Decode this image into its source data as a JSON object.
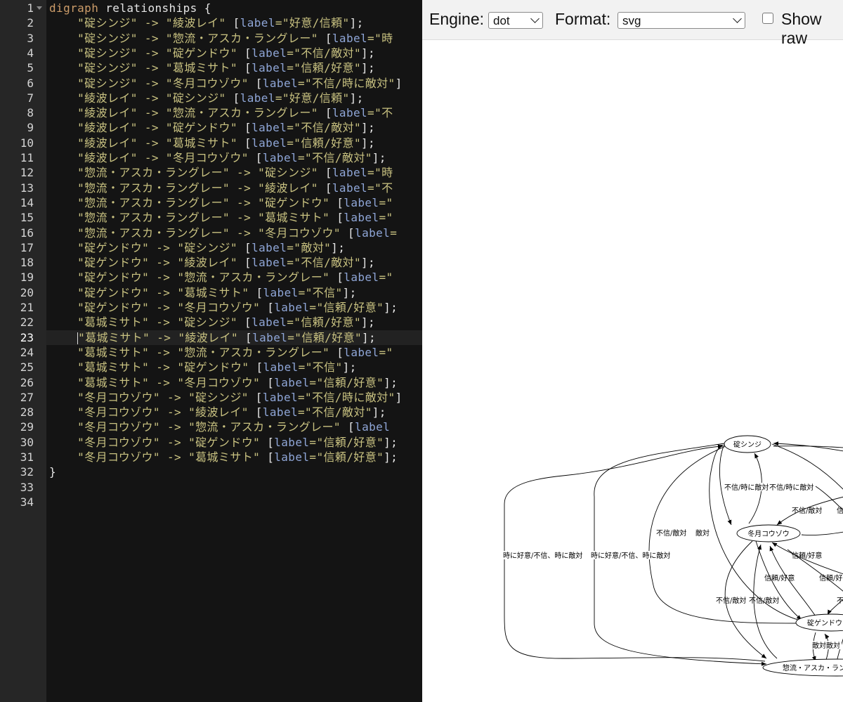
{
  "editor": {
    "lines": [
      {
        "n": "1",
        "tokens": [
          {
            "t": "kw",
            "v": "digraph"
          },
          {
            "t": "plain",
            "v": " relationships {"
          }
        ]
      },
      {
        "n": "2",
        "tokens": [
          {
            "t": "str",
            "v": "    \"碇シンジ\" -> \"綾波レイ\" "
          },
          {
            "t": "plain",
            "v": "["
          },
          {
            "t": "attr",
            "v": "label"
          },
          {
            "t": "str",
            "v": "=\"好意/信頼\""
          },
          {
            "t": "plain",
            "v": "];"
          }
        ]
      },
      {
        "n": "3",
        "tokens": [
          {
            "t": "str",
            "v": "    \"碇シンジ\" -> \"惣流・アスカ・ラングレー\" "
          },
          {
            "t": "plain",
            "v": "["
          },
          {
            "t": "attr",
            "v": "label"
          },
          {
            "t": "str",
            "v": "=\"時"
          }
        ]
      },
      {
        "n": "4",
        "tokens": [
          {
            "t": "str",
            "v": "    \"碇シンジ\" -> \"碇ゲンドウ\" "
          },
          {
            "t": "plain",
            "v": "["
          },
          {
            "t": "attr",
            "v": "label"
          },
          {
            "t": "str",
            "v": "=\"不信/敵対\""
          },
          {
            "t": "plain",
            "v": "];"
          }
        ]
      },
      {
        "n": "5",
        "tokens": [
          {
            "t": "str",
            "v": "    \"碇シンジ\" -> \"葛城ミサト\" "
          },
          {
            "t": "plain",
            "v": "["
          },
          {
            "t": "attr",
            "v": "label"
          },
          {
            "t": "str",
            "v": "=\"信頼/好意\""
          },
          {
            "t": "plain",
            "v": "];"
          }
        ]
      },
      {
        "n": "6",
        "tokens": [
          {
            "t": "str",
            "v": "    \"碇シンジ\" -> \"冬月コウゾウ\" "
          },
          {
            "t": "plain",
            "v": "["
          },
          {
            "t": "attr",
            "v": "label"
          },
          {
            "t": "str",
            "v": "=\"不信/時に敵対\""
          },
          {
            "t": "plain",
            "v": "]"
          }
        ]
      },
      {
        "n": "7",
        "tokens": [
          {
            "t": "str",
            "v": "    \"綾波レイ\" -> \"碇シンジ\" "
          },
          {
            "t": "plain",
            "v": "["
          },
          {
            "t": "attr",
            "v": "label"
          },
          {
            "t": "str",
            "v": "=\"好意/信頼\""
          },
          {
            "t": "plain",
            "v": "];"
          }
        ]
      },
      {
        "n": "8",
        "tokens": [
          {
            "t": "str",
            "v": "    \"綾波レイ\" -> \"惣流・アスカ・ラングレー\" "
          },
          {
            "t": "plain",
            "v": "["
          },
          {
            "t": "attr",
            "v": "label"
          },
          {
            "t": "str",
            "v": "=\"不"
          }
        ]
      },
      {
        "n": "9",
        "tokens": [
          {
            "t": "str",
            "v": "    \"綾波レイ\" -> \"碇ゲンドウ\" "
          },
          {
            "t": "plain",
            "v": "["
          },
          {
            "t": "attr",
            "v": "label"
          },
          {
            "t": "str",
            "v": "=\"不信/敵対\""
          },
          {
            "t": "plain",
            "v": "];"
          }
        ]
      },
      {
        "n": "10",
        "tokens": [
          {
            "t": "str",
            "v": "    \"綾波レイ\" -> \"葛城ミサト\" "
          },
          {
            "t": "plain",
            "v": "["
          },
          {
            "t": "attr",
            "v": "label"
          },
          {
            "t": "str",
            "v": "=\"信頼/好意\""
          },
          {
            "t": "plain",
            "v": "];"
          }
        ]
      },
      {
        "n": "11",
        "tokens": [
          {
            "t": "str",
            "v": "    \"綾波レイ\" -> \"冬月コウゾウ\" "
          },
          {
            "t": "plain",
            "v": "["
          },
          {
            "t": "attr",
            "v": "label"
          },
          {
            "t": "str",
            "v": "=\"不信/敵対\""
          },
          {
            "t": "plain",
            "v": "];"
          }
        ]
      },
      {
        "n": "12",
        "tokens": [
          {
            "t": "str",
            "v": "    \"惣流・アスカ・ラングレー\" -> \"碇シンジ\" "
          },
          {
            "t": "plain",
            "v": "["
          },
          {
            "t": "attr",
            "v": "label"
          },
          {
            "t": "str",
            "v": "=\"時"
          }
        ]
      },
      {
        "n": "13",
        "tokens": [
          {
            "t": "str",
            "v": "    \"惣流・アスカ・ラングレー\" -> \"綾波レイ\" "
          },
          {
            "t": "plain",
            "v": "["
          },
          {
            "t": "attr",
            "v": "label"
          },
          {
            "t": "str",
            "v": "=\"不"
          }
        ]
      },
      {
        "n": "14",
        "tokens": [
          {
            "t": "str",
            "v": "    \"惣流・アスカ・ラングレー\" -> \"碇ゲンドウ\" "
          },
          {
            "t": "plain",
            "v": "["
          },
          {
            "t": "attr",
            "v": "label"
          },
          {
            "t": "str",
            "v": "=\""
          }
        ]
      },
      {
        "n": "15",
        "tokens": [
          {
            "t": "str",
            "v": "    \"惣流・アスカ・ラングレー\" -> \"葛城ミサト\" "
          },
          {
            "t": "plain",
            "v": "["
          },
          {
            "t": "attr",
            "v": "label"
          },
          {
            "t": "str",
            "v": "=\""
          }
        ]
      },
      {
        "n": "16",
        "tokens": [
          {
            "t": "str",
            "v": "    \"惣流・アスカ・ラングレー\" -> \"冬月コウゾウ\" "
          },
          {
            "t": "plain",
            "v": "["
          },
          {
            "t": "attr",
            "v": "label"
          },
          {
            "t": "str",
            "v": "="
          }
        ]
      },
      {
        "n": "17",
        "tokens": [
          {
            "t": "str",
            "v": "    \"碇ゲンドウ\" -> \"碇シンジ\" "
          },
          {
            "t": "plain",
            "v": "["
          },
          {
            "t": "attr",
            "v": "label"
          },
          {
            "t": "str",
            "v": "=\"敵対\""
          },
          {
            "t": "plain",
            "v": "];"
          }
        ]
      },
      {
        "n": "18",
        "tokens": [
          {
            "t": "str",
            "v": "    \"碇ゲンドウ\" -> \"綾波レイ\" "
          },
          {
            "t": "plain",
            "v": "["
          },
          {
            "t": "attr",
            "v": "label"
          },
          {
            "t": "str",
            "v": "=\"不信/敵対\""
          },
          {
            "t": "plain",
            "v": "];"
          }
        ]
      },
      {
        "n": "19",
        "tokens": [
          {
            "t": "str",
            "v": "    \"碇ゲンドウ\" -> \"惣流・アスカ・ラングレー\" "
          },
          {
            "t": "plain",
            "v": "["
          },
          {
            "t": "attr",
            "v": "label"
          },
          {
            "t": "str",
            "v": "=\""
          }
        ]
      },
      {
        "n": "20",
        "tokens": [
          {
            "t": "str",
            "v": "    \"碇ゲンドウ\" -> \"葛城ミサト\" "
          },
          {
            "t": "plain",
            "v": "["
          },
          {
            "t": "attr",
            "v": "label"
          },
          {
            "t": "str",
            "v": "=\"不信\""
          },
          {
            "t": "plain",
            "v": "];"
          }
        ]
      },
      {
        "n": "21",
        "tokens": [
          {
            "t": "str",
            "v": "    \"碇ゲンドウ\" -> \"冬月コウゾウ\" "
          },
          {
            "t": "plain",
            "v": "["
          },
          {
            "t": "attr",
            "v": "label"
          },
          {
            "t": "str",
            "v": "=\"信頼/好意\""
          },
          {
            "t": "plain",
            "v": "];"
          }
        ]
      },
      {
        "n": "22",
        "tokens": [
          {
            "t": "str",
            "v": "    \"葛城ミサト\" -> \"碇シンジ\" "
          },
          {
            "t": "plain",
            "v": "["
          },
          {
            "t": "attr",
            "v": "label"
          },
          {
            "t": "str",
            "v": "=\"信頼/好意\""
          },
          {
            "t": "plain",
            "v": "];"
          }
        ]
      },
      {
        "n": "23",
        "tokens": [
          {
            "t": "str",
            "v": "    \"葛城ミサト\" -> \"綾波レイ\" "
          },
          {
            "t": "plain",
            "v": "["
          },
          {
            "t": "attr",
            "v": "label"
          },
          {
            "t": "str",
            "v": "=\"信頼/好意\""
          },
          {
            "t": "plain",
            "v": "];"
          }
        ]
      },
      {
        "n": "24",
        "tokens": [
          {
            "t": "str",
            "v": "    \"葛城ミサト\" -> \"惣流・アスカ・ラングレー\" "
          },
          {
            "t": "plain",
            "v": "["
          },
          {
            "t": "attr",
            "v": "label"
          },
          {
            "t": "str",
            "v": "=\""
          }
        ]
      },
      {
        "n": "25",
        "tokens": [
          {
            "t": "str",
            "v": "    \"葛城ミサト\" -> \"碇ゲンドウ\" "
          },
          {
            "t": "plain",
            "v": "["
          },
          {
            "t": "attr",
            "v": "label"
          },
          {
            "t": "str",
            "v": "=\"不信\""
          },
          {
            "t": "plain",
            "v": "];"
          }
        ]
      },
      {
        "n": "26",
        "tokens": [
          {
            "t": "str",
            "v": "    \"葛城ミサト\" -> \"冬月コウゾウ\" "
          },
          {
            "t": "plain",
            "v": "["
          },
          {
            "t": "attr",
            "v": "label"
          },
          {
            "t": "str",
            "v": "=\"信頼/好意\""
          },
          {
            "t": "plain",
            "v": "];"
          }
        ]
      },
      {
        "n": "27",
        "tokens": [
          {
            "t": "str",
            "v": "    \"冬月コウゾウ\" -> \"碇シンジ\" "
          },
          {
            "t": "plain",
            "v": "["
          },
          {
            "t": "attr",
            "v": "label"
          },
          {
            "t": "str",
            "v": "=\"不信/時に敵対\""
          },
          {
            "t": "plain",
            "v": "]"
          }
        ]
      },
      {
        "n": "28",
        "tokens": [
          {
            "t": "str",
            "v": "    \"冬月コウゾウ\" -> \"綾波レイ\" "
          },
          {
            "t": "plain",
            "v": "["
          },
          {
            "t": "attr",
            "v": "label"
          },
          {
            "t": "str",
            "v": "=\"不信/敵対\""
          },
          {
            "t": "plain",
            "v": "];"
          }
        ]
      },
      {
        "n": "29",
        "tokens": [
          {
            "t": "str",
            "v": "    \"冬月コウゾウ\" -> \"惣流・アスカ・ラングレー\" "
          },
          {
            "t": "plain",
            "v": "["
          },
          {
            "t": "attr",
            "v": "label"
          }
        ]
      },
      {
        "n": "30",
        "tokens": [
          {
            "t": "str",
            "v": "    \"冬月コウゾウ\" -> \"碇ゲンドウ\" "
          },
          {
            "t": "plain",
            "v": "["
          },
          {
            "t": "attr",
            "v": "label"
          },
          {
            "t": "str",
            "v": "=\"信頼/好意\""
          },
          {
            "t": "plain",
            "v": "];"
          }
        ]
      },
      {
        "n": "31",
        "tokens": [
          {
            "t": "str",
            "v": "    \"冬月コウゾウ\" -> \"葛城ミサト\" "
          },
          {
            "t": "plain",
            "v": "["
          },
          {
            "t": "attr",
            "v": "label"
          },
          {
            "t": "str",
            "v": "=\"信頼/好意\""
          },
          {
            "t": "plain",
            "v": "];"
          }
        ]
      },
      {
        "n": "32",
        "tokens": [
          {
            "t": "plain",
            "v": "}"
          }
        ]
      },
      {
        "n": "33",
        "tokens": []
      },
      {
        "n": "34",
        "tokens": []
      }
    ],
    "active_line": "23"
  },
  "toolbar": {
    "engine_label": "Engine:",
    "engine_value": "dot",
    "format_label": "Format:",
    "format_value": "svg",
    "show_raw_label": "Show raw"
  },
  "graph": {
    "nodes": {
      "shinji": "碇シンジ",
      "fuyutsuki": "冬月コウゾウ",
      "gendo": "碇ゲンドウ",
      "asuka": "惣流・アスカ・ラン"
    },
    "edge_labels": {
      "l1": "不信/時に敵対",
      "l2": "不信/時に敵対",
      "l3": "不信/敵対",
      "l4": "信",
      "l5": "不信/敵対",
      "l6": "敵対",
      "l7": "時に好意/不信、時に敵対",
      "l8": "時に好意/不信、時に敵対",
      "l9": "信頼/好意",
      "l10": "信頼/好意",
      "l11": "信頼/好",
      "l12": "不信/敵対",
      "l13": "不信/敵対",
      "l14": "不",
      "l15": "敵対",
      "l16": "敵対"
    }
  },
  "colors": {
    "editor_bg": "#141414",
    "gutter_bg": "#262626",
    "string": "#c9c281",
    "keyword": "#cc9c69",
    "attribute": "#8fa6d7"
  }
}
